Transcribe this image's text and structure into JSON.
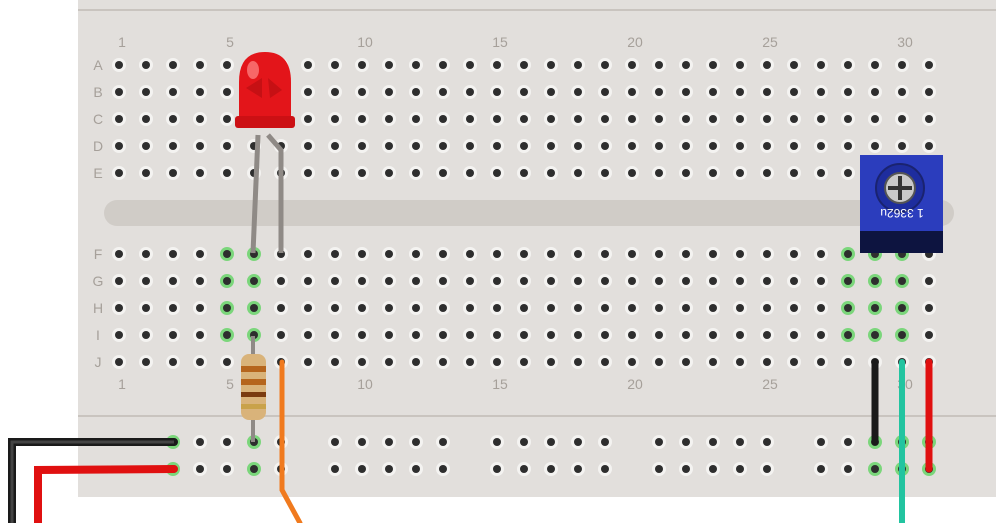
{
  "breadboard": {
    "row_labels_top": [
      "A",
      "B",
      "C",
      "D",
      "E"
    ],
    "row_labels_bottom": [
      "F",
      "G",
      "H",
      "I",
      "J"
    ],
    "column_labels": [
      "1",
      "5",
      "10",
      "15",
      "20",
      "25",
      "30"
    ],
    "column_count": 31,
    "colors": {
      "board": "#e2dfdc",
      "channel": "#d0ccc7",
      "hole": "#2e2e2e",
      "hole_ring": "#f4f3f1",
      "connected": "#7bd67b",
      "label": "#a6a09a"
    }
  },
  "components": {
    "led": {
      "color": "#e3151a",
      "name": "red LED"
    },
    "resistor": {
      "name": "resistor",
      "bands": [
        "#b5651d",
        "#b5651d",
        "#7a3b10"
      ]
    },
    "potentiometer": {
      "marking": "1 3362u",
      "color": "#2b3dbd"
    }
  },
  "wires": [
    {
      "name": "black",
      "color": "#1a1a1a"
    },
    {
      "name": "red",
      "color": "#e01010"
    },
    {
      "name": "orange",
      "color": "#f07a1e"
    },
    {
      "name": "teal",
      "color": "#22c4a0"
    }
  ]
}
